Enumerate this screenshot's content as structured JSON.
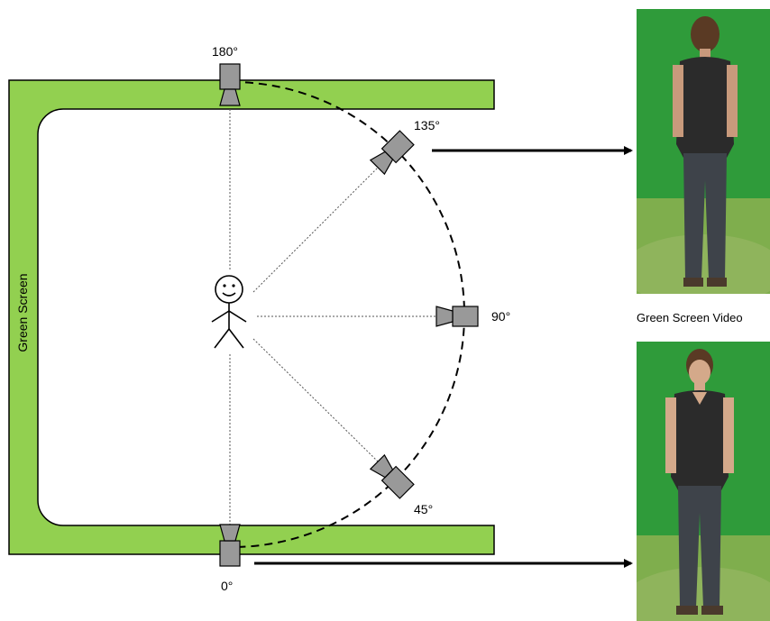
{
  "colors": {
    "green_screen_fill": "#92d050",
    "camera_fill": "#999999",
    "photo_background": "#2f9b3a"
  },
  "green_screen": {
    "label": "Green Screen"
  },
  "cameras": [
    {
      "angle_label": "180°",
      "icon": "camera-icon"
    },
    {
      "angle_label": "135°",
      "icon": "camera-icon"
    },
    {
      "angle_label": "90°",
      "icon": "camera-icon"
    },
    {
      "angle_label": "45°",
      "icon": "camera-icon"
    },
    {
      "angle_label": "0°",
      "icon": "camera-icon"
    }
  ],
  "subject": {
    "icon": "stick-figure-icon"
  },
  "photos": {
    "caption": "Green Screen Video"
  }
}
